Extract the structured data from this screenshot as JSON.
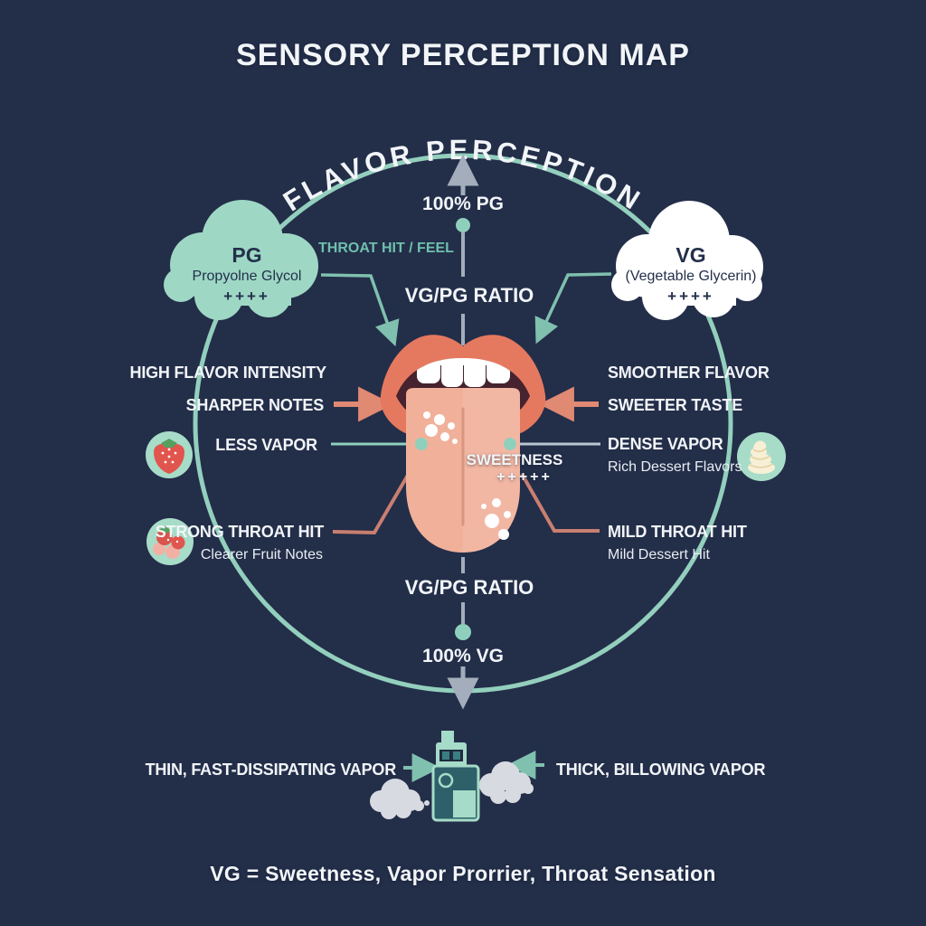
{
  "title": "SENSORY PERCEPTION MAP",
  "arc_title": "FLAVOR PERCEPTION",
  "axis": {
    "top_pct": "100% PG",
    "bottom_pct": "100% VG",
    "ratio_top": "VG/PG RATIO",
    "ratio_bottom": "VG/PG RATIO",
    "throat_hit_feel": "THROAT HIT / FEEL"
  },
  "clouds": {
    "pg": {
      "abbr": "PG",
      "name": "Propyolne Glycol",
      "rating": "++++"
    },
    "vg": {
      "abbr": "VG",
      "name": "(Vegetable Glycerin)",
      "rating": "++++"
    }
  },
  "pg_side": {
    "high_flavor": "HIGH FLAVOR INTENSITY",
    "sharper_notes": "SHARPER NOTES",
    "less_vapor": "LESS VAPOR",
    "strong_throat_hit": "STRONG THROAT HIT",
    "clearer_fruit_notes": "Clearer Fruit Notes"
  },
  "vg_side": {
    "smoother_flavor": "SMOOTHER FLAVOR",
    "sweeter_taste": "SWEETER TASTE",
    "dense_vapor": "DENSE VAPOR",
    "rich_dessert": "Rich Dessert Flavors",
    "mild_throat_hit": "MILD THROAT HIT",
    "mild_dessert_hit": "Mild Dessert Hit"
  },
  "tongue": {
    "sweetness": "SWEETNESS",
    "rating": "+++++"
  },
  "vapor": {
    "left": "THIN, FAST-DISSIPATING VAPOR",
    "right": "THICK, BILLOWING VAPOR"
  },
  "footer": "VG = Sweetness, Vapor Prorrier, Throat Sensation",
  "icons": {
    "left_top": "strawberry-icon",
    "left_bottom": "strawberries-icon",
    "right": "whipped-cream-icon",
    "bottom_device": "vape-device-icon",
    "bottom_clouds": "vapor-cloud-icon"
  },
  "colors": {
    "background": "#232e49",
    "circle": "#93cfbd",
    "teal_accent": "#6fc0ad",
    "cloud_teal": "#9ed8c5",
    "cloud_white": "#ffffff",
    "salmon": "#e08973",
    "lips": "#e5795f",
    "tongue": "#f1b09a",
    "gray_line": "#a3adbb",
    "vapor_gray": "#d7dbe1",
    "vape_body": "#2e6069",
    "vape_mint": "#a5dbc8",
    "text": "#f2f5f8"
  }
}
